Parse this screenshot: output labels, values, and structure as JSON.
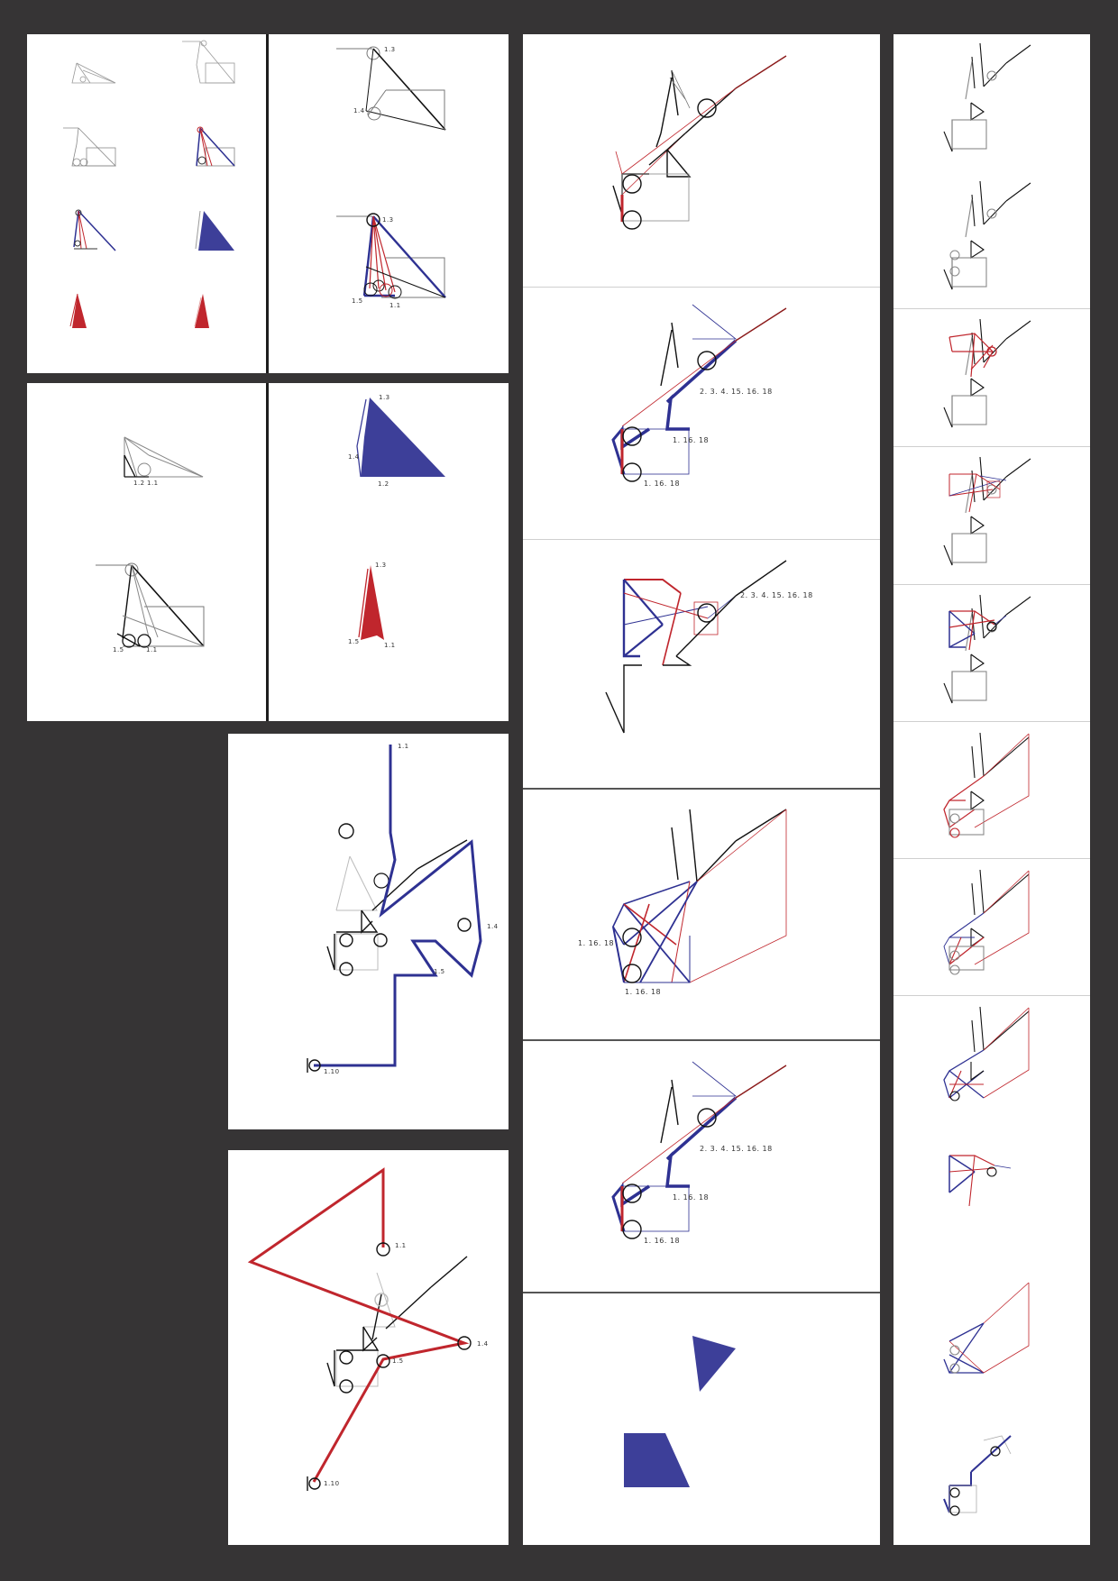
{
  "colors": {
    "background": "#363435",
    "panel": "#ffffff",
    "ink": "#111111",
    "grey": "#9a9a9a",
    "red": "#c0262d",
    "blue": "#2e3192",
    "blue_fill": "#3d3f99",
    "red_fill": "#c0262d"
  },
  "labels": {
    "l_1_1": "1.1",
    "l_1_2": "1.2",
    "l_1_3": "1.3",
    "l_1_4": "1.4",
    "l_1_5": "1.5",
    "l_1_10": "1.10",
    "l_seq": "2. 3. 4. 15. 16. 18",
    "l_1_16_18": "1. 16. 18"
  }
}
